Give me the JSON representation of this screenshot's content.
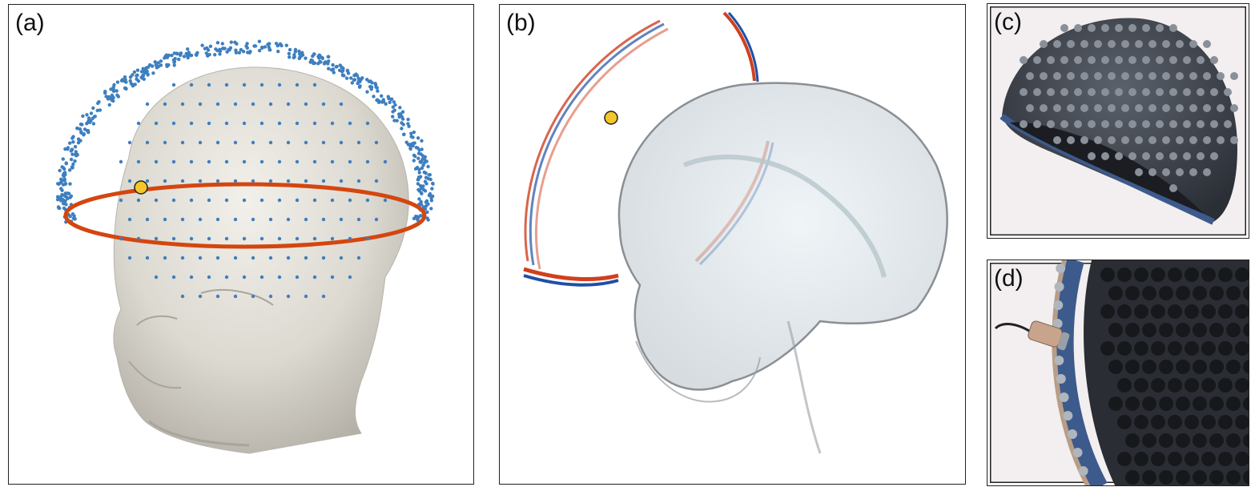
{
  "panels": {
    "a": {
      "label": "(a)"
    },
    "b": {
      "label": "(b)"
    },
    "c": {
      "label": "(c)"
    },
    "d": {
      "label": "(d)"
    }
  },
  "colors": {
    "sensor_dots": "#3d7fbf",
    "ring": "#d4460f",
    "source_marker": "#f5c62a",
    "head_surface": "#e6e3dc",
    "wave_red": "#d0401e",
    "wave_blue": "#1f4fa8",
    "helmet": "#3a3f48",
    "helmet_rim": "#3d5a8c"
  },
  "icons": {
    "a": "head-model-with-sensors",
    "b": "skull-ct-with-wavefront",
    "c": "transducer-helmet",
    "d": "helmet-closeup-with-transducer"
  }
}
